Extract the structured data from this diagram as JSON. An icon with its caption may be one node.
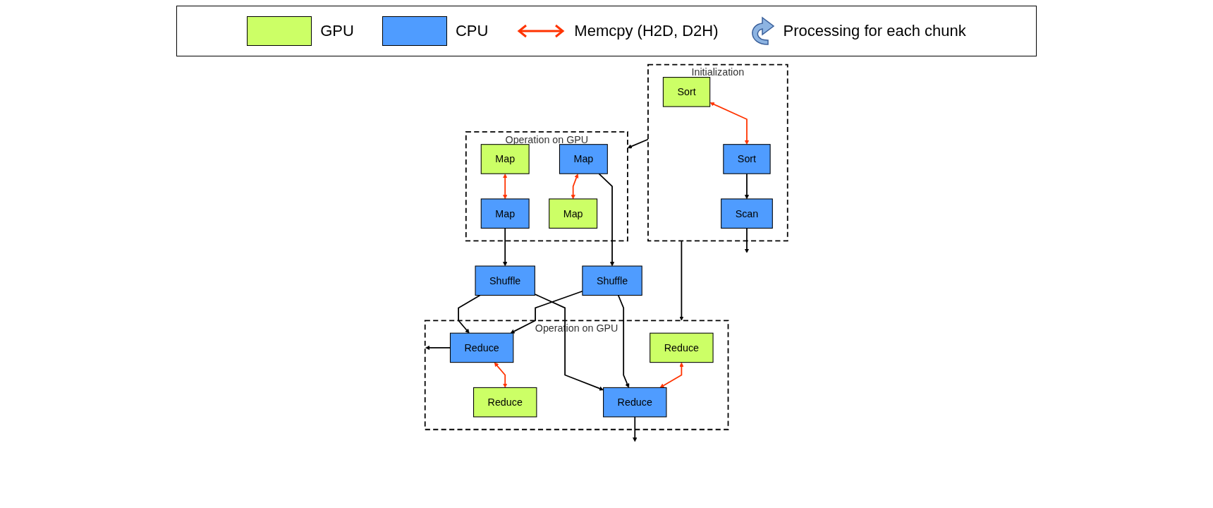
{
  "diagram": {
    "nodes": [
      {
        "text": [
          "Operation on GPU"
        ]
      },
      {
        "text": [
          "Map"
        ],
        "in": 0
      },
      {
        "text": [
          "Map"
        ],
        "in": 0
      },
      {
        "text": [
          "Map"
        ],
        "in": 0
      },
      {
        "text": [
          "Map"
        ],
        "in": 0
      },
      {
        "text": [
          "Shuffle"
        ]
      },
      {
        "text": [
          "Shuffle"
        ]
      },
      {
        "text": [
          "Operation on GPU"
        ]
      },
      {
        "text": [
          "Reduce"
        ],
        "in": 7
      },
      {
        "text": [
          "Reduce"
        ],
        "in": 7
      },
      {
        "text": [
          "Reduce"
        ],
        "in": 7
      },
      {
        "text": [
          "Reduce"
        ],
        "in": 7
      },
      {
        "text": [
          "Initialization"
        ]
      },
      {
        "text": [
          "Sort"
        ],
        "in": 12
      },
      {
        "text": [
          "Sort"
        ],
        "in": 12
      },
      {
        "text": [
          "Scan"
        ],
        "in": 12
      }
    ],
    "edges": [
      {
        "from": 1,
        "to": 2,
        "arrow": "both",
        "color": "#ff3300"
      },
      {
        "from": 3,
        "to": 4,
        "arrow": "both",
        "color": "#ff3300"
      },
      {
        "from": 2,
        "to": 5,
        "arrow": "to"
      },
      {
        "from": 3,
        "to": 6,
        "arrow": "to"
      },
      {
        "from": 5,
        "to": 9,
        "arrow": "to"
      },
      {
        "from": 5,
        "to": 10,
        "arrow": "to"
      },
      {
        "from": 6,
        "to": 9,
        "arrow": "to"
      },
      {
        "from": 6,
        "to": 10,
        "arrow": "to"
      },
      {
        "from": 8,
        "to": 9,
        "arrow": "both",
        "color": "#ff3300"
      },
      {
        "from": 10,
        "to": 11,
        "arrow": "both",
        "color": "#ff3300"
      },
      {
        "from": 9,
        "to": null,
        "arrow": "to"
      },
      {
        "from": 10,
        "to": null,
        "arrow": "to"
      },
      {
        "from": 13,
        "to": 14,
        "arrow": "both",
        "color": "#ff3300"
      },
      {
        "from": 14,
        "to": 15,
        "arrow": "to"
      },
      {
        "from": 15,
        "to": null,
        "arrow": "to"
      },
      {
        "from": 12,
        "to": 0,
        "arrow": "to"
      },
      {
        "from": 12,
        "to": 7,
        "arrow": "to"
      }
    ],
    "legend": [
      {
        "text": "GPU",
        "color": "#ccff66"
      },
      {
        "text": "CPU",
        "color": "#4f9cff"
      },
      {
        "text": "Memcpy (H2D, D2H)"
      },
      {
        "text": "Processing for each chunk"
      }
    ]
  }
}
